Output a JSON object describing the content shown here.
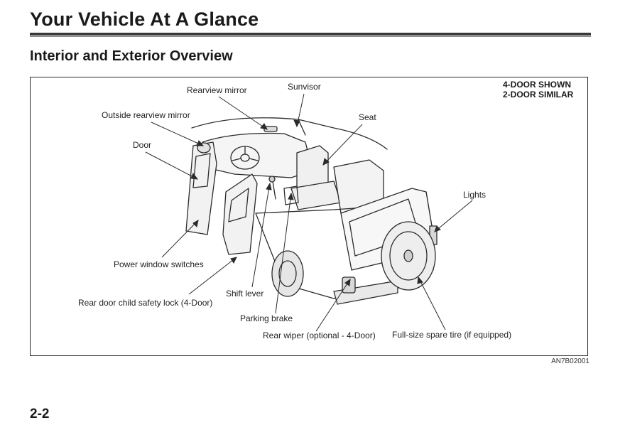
{
  "header": {
    "title": "Your Vehicle At A Glance",
    "section": "Interior and Exterior Overview"
  },
  "figure": {
    "note_lines": [
      "4-DOOR SHOWN",
      "2-DOOR SIMILAR"
    ],
    "labels": {
      "rearview_mirror": "Rearview mirror",
      "sunvisor": "Sunvisor",
      "outside_mirror": "Outside rearview mirror",
      "seat": "Seat",
      "door": "Door",
      "lights": "Lights",
      "power_window": "Power window switches",
      "shift_lever": "Shift lever",
      "child_lock": "Rear door child safety lock (4-Door)",
      "parking_brake": "Parking brake",
      "rear_wiper": "Rear wiper (optional - 4-Door)",
      "spare_tire": "Full-size spare tire (if equipped)"
    },
    "figure_id": "AN7B02001"
  },
  "footer": {
    "page_number": "2-2"
  }
}
